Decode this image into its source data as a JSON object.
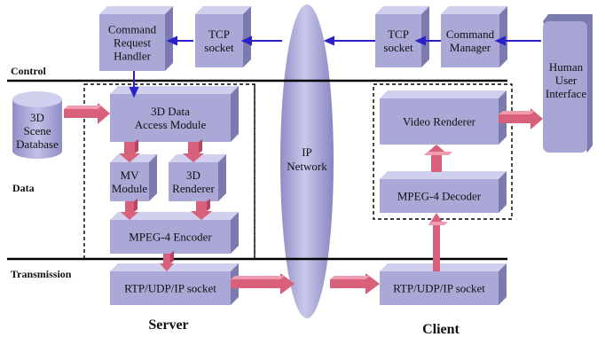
{
  "sections": {
    "control": "Control",
    "data": "Data",
    "transmission": "Transmission"
  },
  "captions": {
    "server": "Server",
    "client": "Client"
  },
  "nodes": {
    "command_request_handler": [
      "Command",
      "Request",
      "Handler"
    ],
    "tcp_socket_server": [
      "TCP",
      "socket"
    ],
    "tcp_socket_client": [
      "TCP",
      "socket"
    ],
    "command_manager": [
      "Command",
      "Manager"
    ],
    "human_user_interface": [
      "Human",
      "User",
      "Interface"
    ],
    "scene_database": [
      "3D",
      "Scene",
      "Database"
    ],
    "data_access_module": [
      "3D Data",
      "Access Module"
    ],
    "mv_module": [
      "MV",
      "Module"
    ],
    "renderer_3d": [
      "3D",
      "Renderer"
    ],
    "mpeg4_encoder": [
      "MPEG-4 Encoder"
    ],
    "ip_network": [
      "IP",
      "Network"
    ],
    "video_renderer": [
      "Video Renderer"
    ],
    "mpeg4_decoder": [
      "MPEG-4 Decoder"
    ],
    "rtp_socket_server": [
      "RTP/UDP/IP socket"
    ],
    "rtp_socket_client": [
      "RTP/UDP/IP socket"
    ]
  },
  "colors": {
    "box_face": "#a9a8d6",
    "box_top": "#d0cfee",
    "box_side": "#7c7bb0",
    "arrow_fill": "#d9607a",
    "arrow_top": "#ef9bb0",
    "control_arrow": "#2a22c8",
    "network": "#b0aedb",
    "rule": "#000000"
  }
}
